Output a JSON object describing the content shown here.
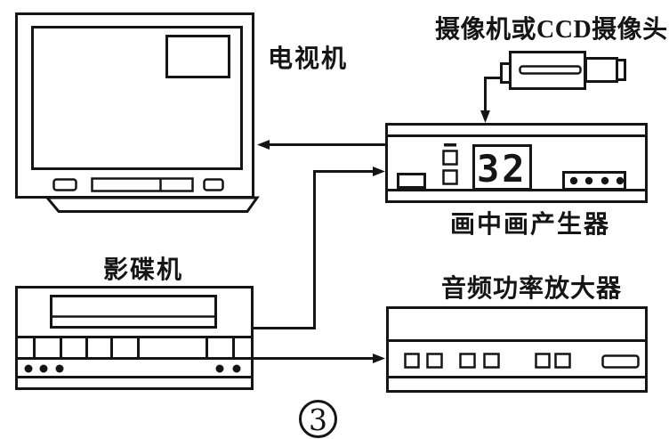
{
  "figure": {
    "number": "3",
    "line_color": "#151515",
    "background": "#ffffff"
  },
  "devices": {
    "tv": {
      "label": "电视机"
    },
    "camera": {
      "label": "摄像机或CCD摄像头"
    },
    "pip_generator": {
      "label": "画中画产生器",
      "display": "32"
    },
    "disc_player": {
      "label": "影碟机"
    },
    "amplifier": {
      "label": "音频功率放大器"
    }
  },
  "connections": [
    {
      "from": "camera",
      "to": "pip_generator",
      "arrow": "down"
    },
    {
      "from": "pip_generator",
      "to": "tv",
      "arrow": "left"
    },
    {
      "from": "disc_player",
      "to": "pip_generator",
      "arrow": "right"
    },
    {
      "from": "disc_player",
      "to": "amplifier",
      "arrow": "right"
    }
  ]
}
